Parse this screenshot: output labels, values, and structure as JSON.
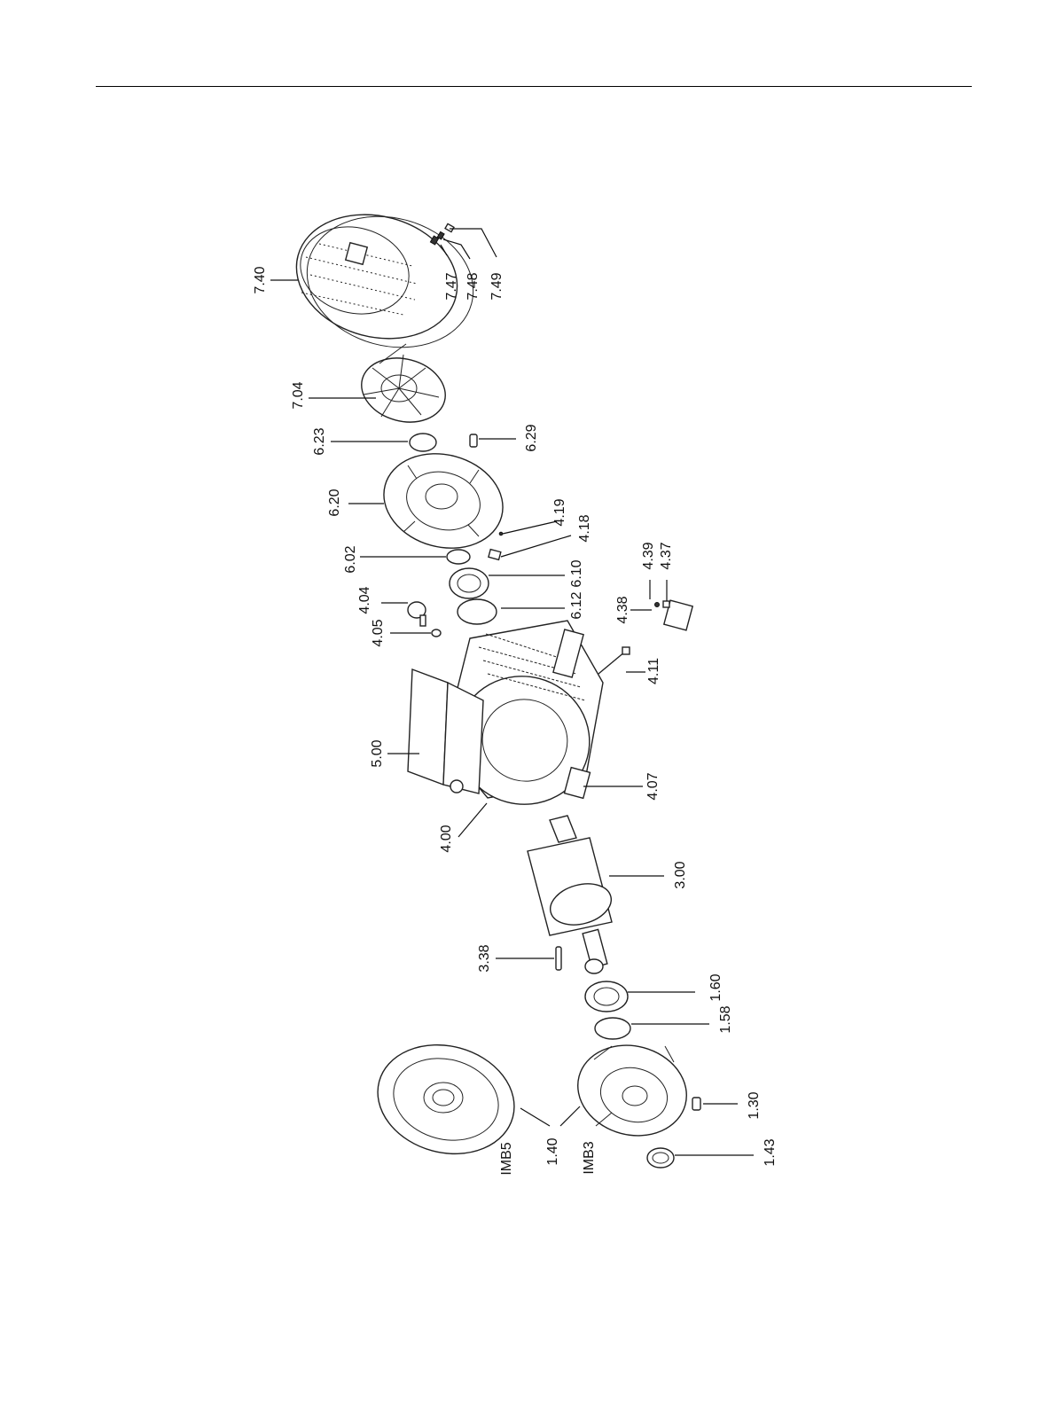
{
  "parts": [
    {
      "id": "p740",
      "label": "7.40"
    },
    {
      "id": "p747",
      "label": "7.47"
    },
    {
      "id": "p748",
      "label": "7.48"
    },
    {
      "id": "p749",
      "label": "7.49"
    },
    {
      "id": "p704",
      "label": "7.04"
    },
    {
      "id": "p623",
      "label": "6.23"
    },
    {
      "id": "p629",
      "label": "6.29"
    },
    {
      "id": "p620",
      "label": "6.20"
    },
    {
      "id": "p419",
      "label": "4.19"
    },
    {
      "id": "p418",
      "label": "4.18"
    },
    {
      "id": "p602",
      "label": "6.02"
    },
    {
      "id": "p610",
      "label": "6.10"
    },
    {
      "id": "p439",
      "label": "4.39"
    },
    {
      "id": "p437",
      "label": "4.37"
    },
    {
      "id": "p438",
      "label": "4.38"
    },
    {
      "id": "p404",
      "label": "4.04"
    },
    {
      "id": "p612",
      "label": "6.12"
    },
    {
      "id": "p405",
      "label": "4.05"
    },
    {
      "id": "p411",
      "label": "4.11"
    },
    {
      "id": "p500",
      "label": "5.00"
    },
    {
      "id": "p407",
      "label": "4.07"
    },
    {
      "id": "p400",
      "label": "4.00"
    },
    {
      "id": "p300",
      "label": "3.00"
    },
    {
      "id": "p338",
      "label": "3.38"
    },
    {
      "id": "p160",
      "label": "1.60"
    },
    {
      "id": "p158",
      "label": "1.58"
    },
    {
      "id": "p130",
      "label": "1.30"
    },
    {
      "id": "p140",
      "label": "1.40"
    },
    {
      "id": "p143",
      "label": "1.43"
    },
    {
      "id": "imb5",
      "label": "IMB5"
    },
    {
      "id": "imb3",
      "label": "IMB3"
    }
  ]
}
